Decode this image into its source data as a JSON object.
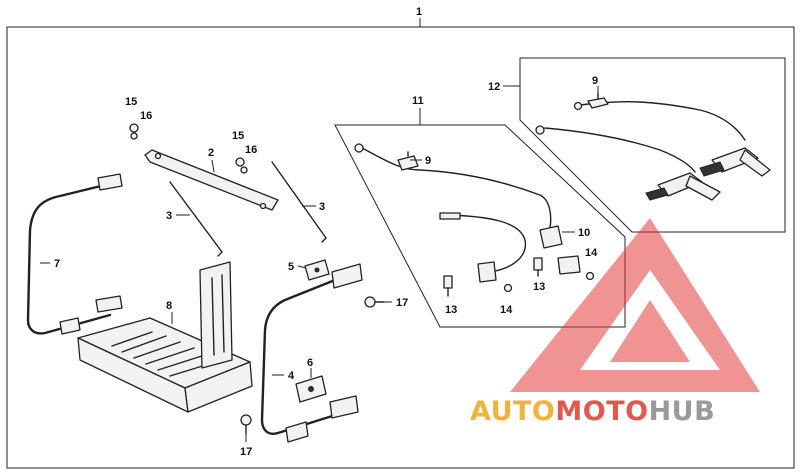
{
  "callouts": {
    "c1": "1",
    "c2": "2",
    "c3a": "3",
    "c3b": "3",
    "c4": "4",
    "c5": "5",
    "c6": "6",
    "c7": "7",
    "c8": "8",
    "c9a": "9",
    "c9b": "9",
    "c10": "10",
    "c11": "11",
    "c12": "12",
    "c13a": "13",
    "c13b": "13",
    "c14a": "14",
    "c14b": "14",
    "c15a": "15",
    "c15b": "15",
    "c16a": "16",
    "c16b": "16",
    "c17a": "17",
    "c17b": "17"
  },
  "watermark": {
    "part1": "AUTO",
    "part2": "MOTO",
    "part3": "HUB",
    "colors": {
      "auto": "#f3b23c",
      "moto": "#e4574f",
      "hub": "#9a9a9a"
    }
  }
}
